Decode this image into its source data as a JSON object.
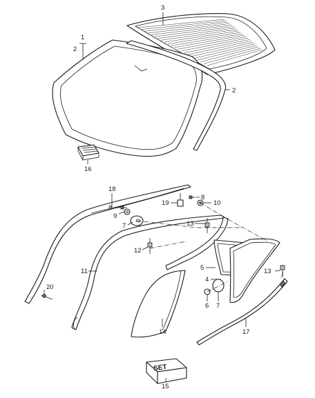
{
  "callouts": {
    "c1": "1",
    "c2a": "2",
    "c2b": "2",
    "c3": "3",
    "c4": "4",
    "c5": "5",
    "c6": "6",
    "c7a": "7",
    "c7b": "7",
    "c8a": "8",
    "c8b": "8",
    "c9": "9",
    "c10": "10",
    "c11": "11",
    "c12": "12",
    "c13a": "13",
    "c13b": "13",
    "c14": "14",
    "c15": "15",
    "c16": "16",
    "c17": "17",
    "c18": "18",
    "c19": "19",
    "c20": "20"
  },
  "set_box_text": "SET"
}
